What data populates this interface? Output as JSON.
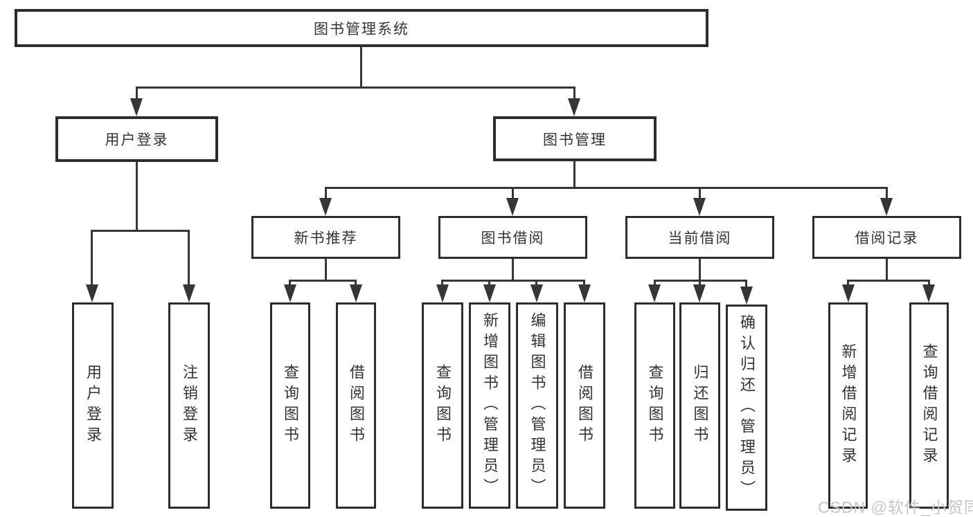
{
  "tree": {
    "root": "图书管理系统",
    "level2": [
      {
        "label": "用户登录",
        "children": [
          {
            "label": "用户登录"
          },
          {
            "label": "注销登录"
          }
        ]
      },
      {
        "label": "图书管理",
        "children": [
          {
            "label": "新书推荐",
            "children": [
              {
                "label": "查询图书"
              },
              {
                "label": "借阅图书"
              }
            ]
          },
          {
            "label": "图书借阅",
            "children": [
              {
                "label": "查询图书"
              },
              {
                "label": "新增图书（管理员）"
              },
              {
                "label": "编辑图书（管理员）"
              },
              {
                "label": "借阅图书"
              }
            ]
          },
          {
            "label": "当前借阅",
            "children": [
              {
                "label": "查询图书"
              },
              {
                "label": "归还图书"
              },
              {
                "label": "确认归还（管理员）"
              }
            ]
          },
          {
            "label": "借阅记录",
            "children": [
              {
                "label": "新增借阅记录"
              },
              {
                "label": "查询借阅记录"
              }
            ]
          }
        ]
      }
    ]
  },
  "watermark": "CSDN @软件_小贺同学",
  "colors": {
    "line": "#363636",
    "box_border": "#2d2d2d",
    "text": "#333333",
    "watermark": "#c6c6c6",
    "background": "#ffffff"
  }
}
